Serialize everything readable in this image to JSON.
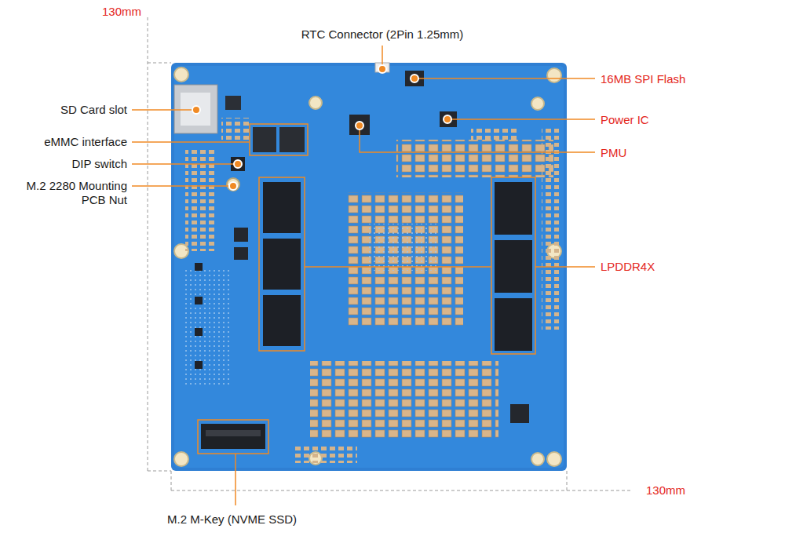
{
  "diagram": {
    "labels": [
      "130mm",
      "RTC Connector (2Pin 1.25mm)",
      "SD Card slot",
      "16MB SPI Flash",
      "eMMC interface",
      "Power IC",
      "PMU",
      "DIP switch",
      "M.2 2280 Mounting PCB Nut",
      "LPDDR4X",
      "130mm",
      "M.2 M-Key (NVME SSD)"
    ]
  }
}
